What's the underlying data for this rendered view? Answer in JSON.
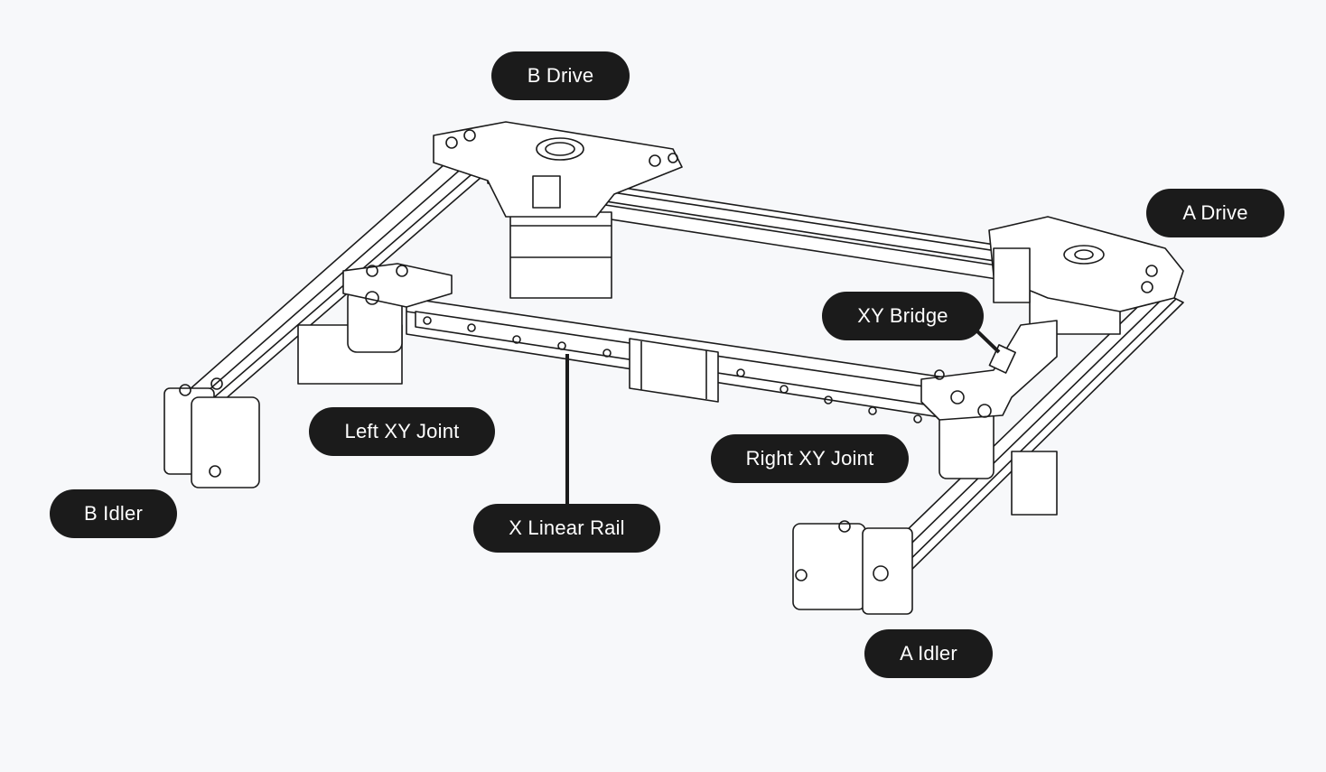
{
  "labels": {
    "b_drive": "B Drive",
    "a_drive": "A Drive",
    "xy_bridge": "XY Bridge",
    "left_xy_joint": "Left XY Joint",
    "right_xy_joint": "Right XY Joint",
    "b_idler": "B Idler",
    "x_linear_rail": "X Linear Rail",
    "a_idler": "A Idler"
  },
  "colors": {
    "background": "#f7f8fa",
    "label_bg": "#1b1b1b",
    "label_text": "#ffffff",
    "line": "#1b1b1b"
  }
}
